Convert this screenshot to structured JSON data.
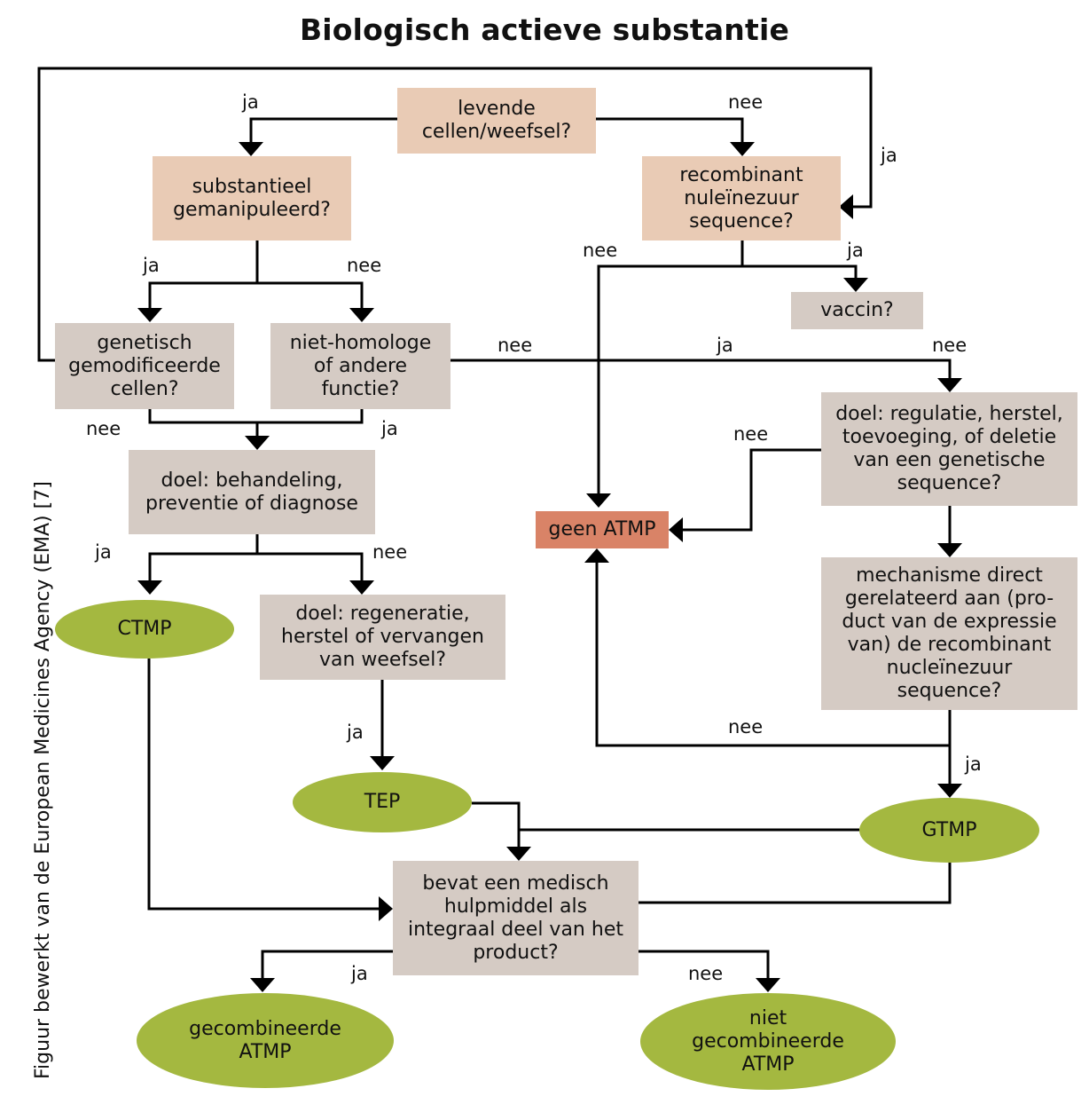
{
  "title": "Biologisch actieve substantie",
  "credit": "Figuur bewerkt van de European Medicines Agency (EMA) [7]",
  "colors": {
    "question_peach": "#e9cbb5",
    "question_grey": "#d5cbc4",
    "result_no_atmp": "#d98367",
    "outcome_green": "#a4b840"
  },
  "nodes": {
    "levende_cellen": "levende\ncellen/weefsel?",
    "substantieel": "substantieel\ngemanipuleerd?",
    "recombinant": "recombinant\nnuleïnezuur\nsequence?",
    "vaccin": "vaccin?",
    "genetisch": "genetisch\ngemodificeerde\ncellen?",
    "niet_homologe": "niet-homologe\nof andere\nfunctie?",
    "doel_behandeling": "doel: behandeling,\npreventie of diagnose",
    "geen_atmp": "geen ATMP",
    "doel_regulatie": "doel: regulatie, herstel,\ntoevoeging, of deletie\nvan een genetische\nsequence?",
    "ctmp": "CTMP",
    "doel_regeneratie": "doel: regeneratie,\nherstel of vervangen\nvan weefsel?",
    "mechanisme": "mechanisme direct\ngerelateerd aan (pro-\nduct van de expressie\nvan) de recombinant\nnucleïnezuur\nsequence?",
    "tep": "TEP",
    "gtmp": "GTMP",
    "medisch_hulpmiddel": "bevat een medisch\nhulpmiddel als\nintegraal deel van het\nproduct?",
    "gecombineerde": "gecombineerde\nATMP",
    "niet_gecombineerde": "niet\ngecombineerde\nATMP"
  },
  "edge_labels": {
    "l1": "ja",
    "l2": "nee",
    "l3": "ja",
    "l4": "ja",
    "l5": "nee",
    "l6": "nee",
    "l7": "ja",
    "l8": "nee",
    "l9": "ja",
    "l10": "nee",
    "l11": "nee",
    "l12": "ja",
    "l13": "nee",
    "l14": "ja",
    "l15": "nee",
    "l16": "ja",
    "l17": "nee",
    "l18": "ja",
    "l19": "ja",
    "l20": "nee"
  }
}
